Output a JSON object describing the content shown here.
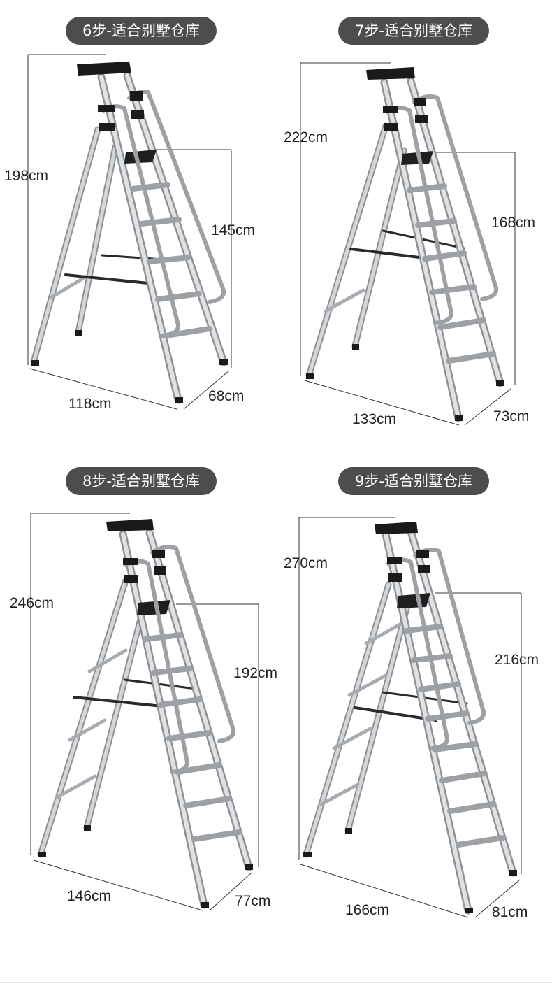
{
  "panels": [
    {
      "title": "6步-适合别墅仓库",
      "height": "198cm",
      "platform": "145cm",
      "depth": "118cm",
      "width": "68cm",
      "steps": 6
    },
    {
      "title": "7步-适合别墅仓库",
      "height": "222cm",
      "platform": "168cm",
      "depth": "133cm",
      "width": "73cm",
      "steps": 7
    },
    {
      "title": "8步-适合别墅仓库",
      "height": "246cm",
      "platform": "192cm",
      "depth": "146cm",
      "width": "77cm",
      "steps": 8
    },
    {
      "title": "9步-适合别墅仓库",
      "height": "270cm",
      "platform": "216cm",
      "depth": "166cm",
      "width": "81cm",
      "steps": 9
    }
  ],
  "colors": {
    "pill": "#4d4d4d",
    "pill_text": "#ffffff",
    "dimension_line": "#333333",
    "aluminium": "#c9ccd0",
    "aluminium_dark": "#8d9196",
    "black_parts": "#1a1a1a"
  }
}
